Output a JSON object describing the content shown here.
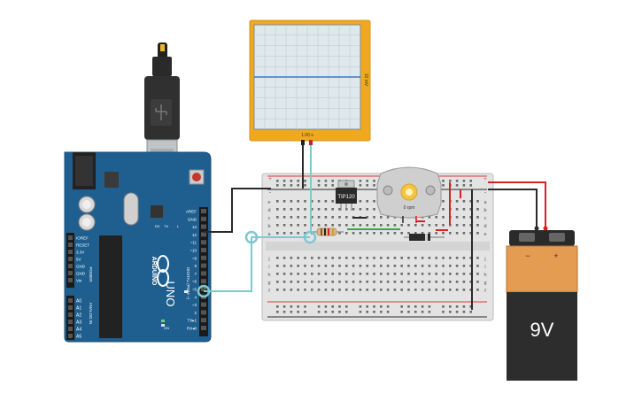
{
  "oscilloscope": {
    "time_label": "1.00 s",
    "volt_label": "10 mV"
  },
  "arduino": {
    "brand": "ARDUINO",
    "model": "UNO",
    "digital_header_label": "DIGITAL (PWM ~)",
    "power_header_label": "POWER",
    "analog_header_label": "ANALOG IN",
    "tx_label": "TX",
    "rx_label": "RX",
    "l_label": "L",
    "on_label": "ON",
    "digital_pins": [
      "AREF",
      "GND",
      "13",
      "12",
      "~11",
      "~10",
      "~9",
      "8",
      "7",
      "~6",
      "~5",
      "4",
      "~3",
      "2",
      "TX▸1",
      "RX◂0"
    ],
    "power_pins": [
      "IOREF",
      "RESET",
      "3.3V",
      "5V",
      "GND",
      "GND",
      "Vin"
    ],
    "analog_pins": [
      "A0",
      "A1",
      "A2",
      "A3",
      "A4",
      "A5"
    ]
  },
  "breadboard": {
    "rows_top": [
      "j",
      "i",
      "h",
      "g",
      "f"
    ],
    "rows_bottom": [
      "e",
      "d",
      "c",
      "b",
      "a"
    ],
    "rows_right_top": [
      "a",
      "b",
      "c",
      "d",
      "e"
    ],
    "rail_plus": "+",
    "rail_minus": "-"
  },
  "transistor": {
    "label": "TIP120"
  },
  "motor": {
    "speed_label": "0 rpm"
  },
  "battery": {
    "voltage_label": "9V",
    "minus": "−",
    "plus": "+"
  },
  "colors": {
    "board_blue": "#1f5f8f",
    "scope_orange": "#f0a81e",
    "wire_teal": "#7fc8d0",
    "wire_red": "#d8211f",
    "wire_black": "#2a2a2a",
    "wire_green": "#3aa64a",
    "battery_copper": "#e49b52"
  }
}
